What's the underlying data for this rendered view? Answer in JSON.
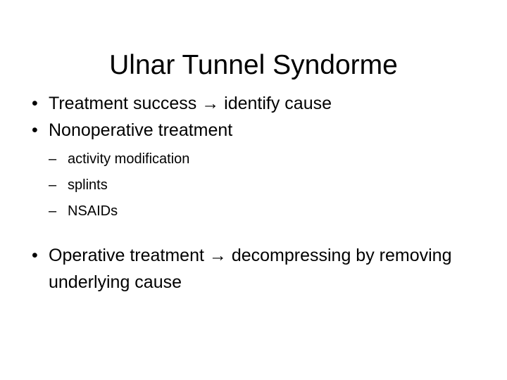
{
  "slide": {
    "title": "Ulnar Tunnel Syndorme",
    "background_color": "#ffffff",
    "text_color": "#000000",
    "bullet_glyph": "•",
    "subbullet_glyph": "–",
    "content": [
      {
        "level": 1,
        "text": "Treatment success → identify cause"
      },
      {
        "level": 1,
        "text": "Nonoperative treatment"
      },
      {
        "level": 2,
        "text": "activity modification"
      },
      {
        "level": 2,
        "text": "splints"
      },
      {
        "level": 2,
        "text": "NSAIDs"
      },
      {
        "level": 1,
        "text": "Operative treatment → decompressing by removing underlying cause"
      }
    ]
  }
}
